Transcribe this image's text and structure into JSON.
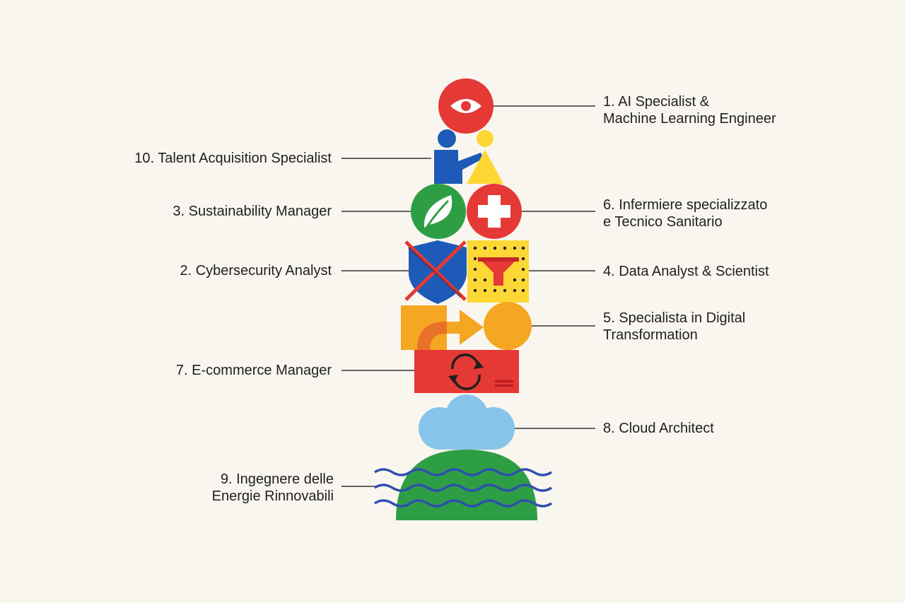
{
  "colors": {
    "background": "#f8f6ef",
    "red": "#e53935",
    "blue": "#1e5bb8",
    "yellow": "#fdd835",
    "green": "#2e9e44",
    "orange": "#f5a623",
    "light_blue": "#87c4ea",
    "wave_blue": "#2f4fb0",
    "line": "#333333"
  },
  "labels": {
    "l1": {
      "line1": "1. AI Specialist &",
      "line2": "Machine Learning Engineer"
    },
    "l10": {
      "line1": "10. Talent Acquisition Specialist"
    },
    "l3": {
      "line1": "3. Sustainability Manager"
    },
    "l6": {
      "line1": "6. Infermiere specializzato",
      "line2": "e Tecnico Sanitario"
    },
    "l2": {
      "line1": "2. Cybersecurity Analyst"
    },
    "l4": {
      "line1": "4. Data Analyst & Scientist"
    },
    "l5": {
      "line1": "5. Specialista in Digital",
      "line2": "Transformation"
    },
    "l7": {
      "line1": "7. E-commerce Manager"
    },
    "l8": {
      "line1": "8. Cloud Architect"
    },
    "l9": {
      "line1": "9. Ingegnere delle",
      "line2": "Energie Rinnovabili"
    }
  },
  "icons": [
    "eye-icon",
    "people-icon",
    "leaf-icon",
    "medical-cross-icon",
    "shield-icon",
    "funnel-icon",
    "arrow-icon",
    "sync-icon",
    "cloud-icon",
    "hill-waves-icon"
  ]
}
